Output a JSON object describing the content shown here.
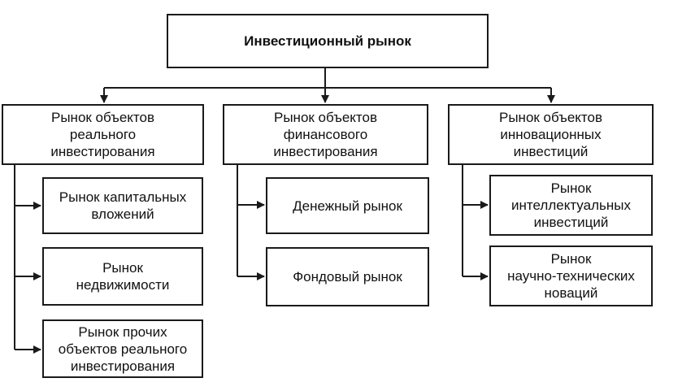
{
  "root": {
    "label": "Инвестиционный рынок"
  },
  "categories": [
    {
      "label": "Рынок объектов\nреального\nинвестирования",
      "children": [
        "Рынок капитальных\nвложений",
        "Рынок\nнедвижимости",
        "Рынок прочих\nобъектов реального\nинвестирования"
      ]
    },
    {
      "label": "Рынок объектов\nфинансового\nинвестирования",
      "children": [
        "Денежный рынок",
        "Фондовый рынок"
      ]
    },
    {
      "label": "Рынок объектов\nинновационных\nинвестиций",
      "children": [
        "Рынок\nинтеллектуальных\nинвестиций",
        "Рынок\nнаучно-технических\nноваций"
      ]
    }
  ]
}
